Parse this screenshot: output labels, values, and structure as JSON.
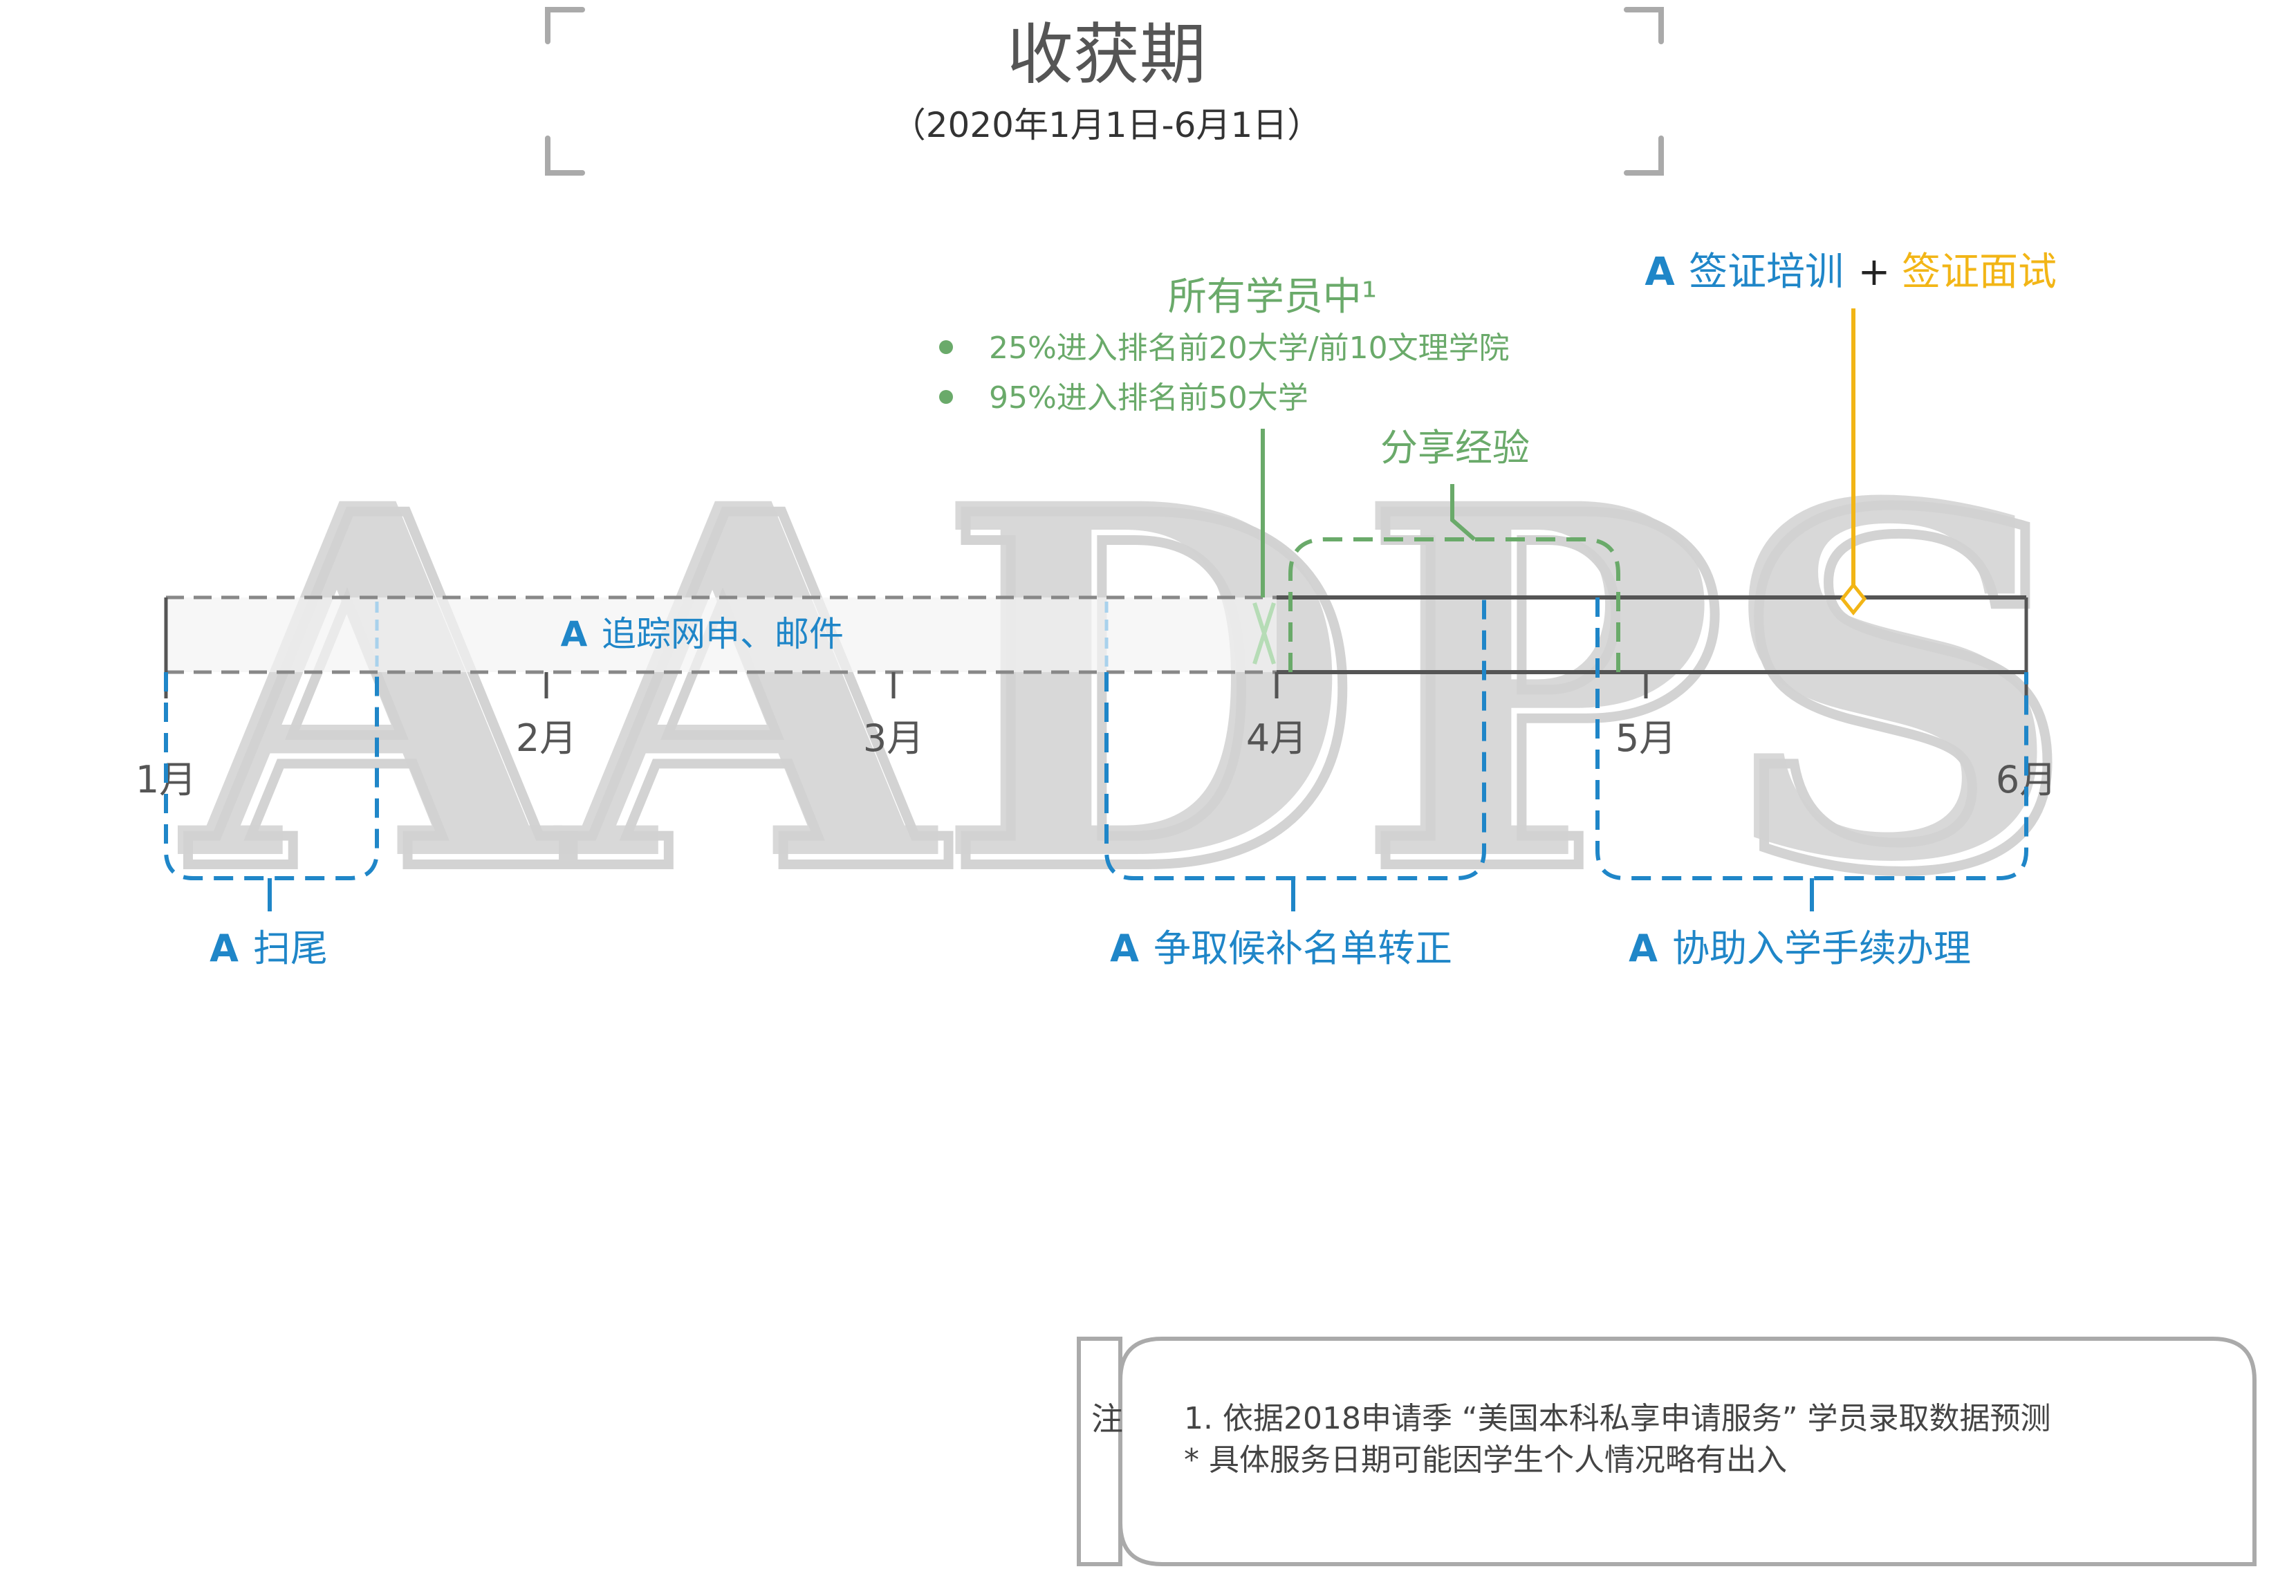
{
  "title": "收获期",
  "subtitle": "（2020年1月1日-6月1日）",
  "watermark": "AADPS",
  "months": [
    "1月",
    "2月",
    "3月",
    "4月",
    "5月",
    "6月"
  ],
  "service_mark": "A",
  "tracking_label": "追踪网申、邮件",
  "bottom_items": [
    "扫尾",
    "争取候补名单转正",
    "协助入学手续办理"
  ],
  "stats": {
    "heading": "所有学员中¹",
    "items": [
      "25%进入排名前20大学/前10文理学院",
      "95%进入排名前50大学"
    ]
  },
  "share_label": "分享经验",
  "visa": {
    "training": "签证培训",
    "plus": "+",
    "interview": "签证面试"
  },
  "note": {
    "tag": "注",
    "lines": [
      "1. 依据2018申请季 “美国本科私享申请服务” 学员录取数据预测",
      "*  具体服务日期可能因学生个人情况略有出入"
    ]
  },
  "colors": {
    "blue": "#1f86c8",
    "green": "#6aaa6a",
    "gold": "#f2b516",
    "gray": "#9a9a9a",
    "dark": "#555555",
    "watermark": "#cfcfcf"
  }
}
